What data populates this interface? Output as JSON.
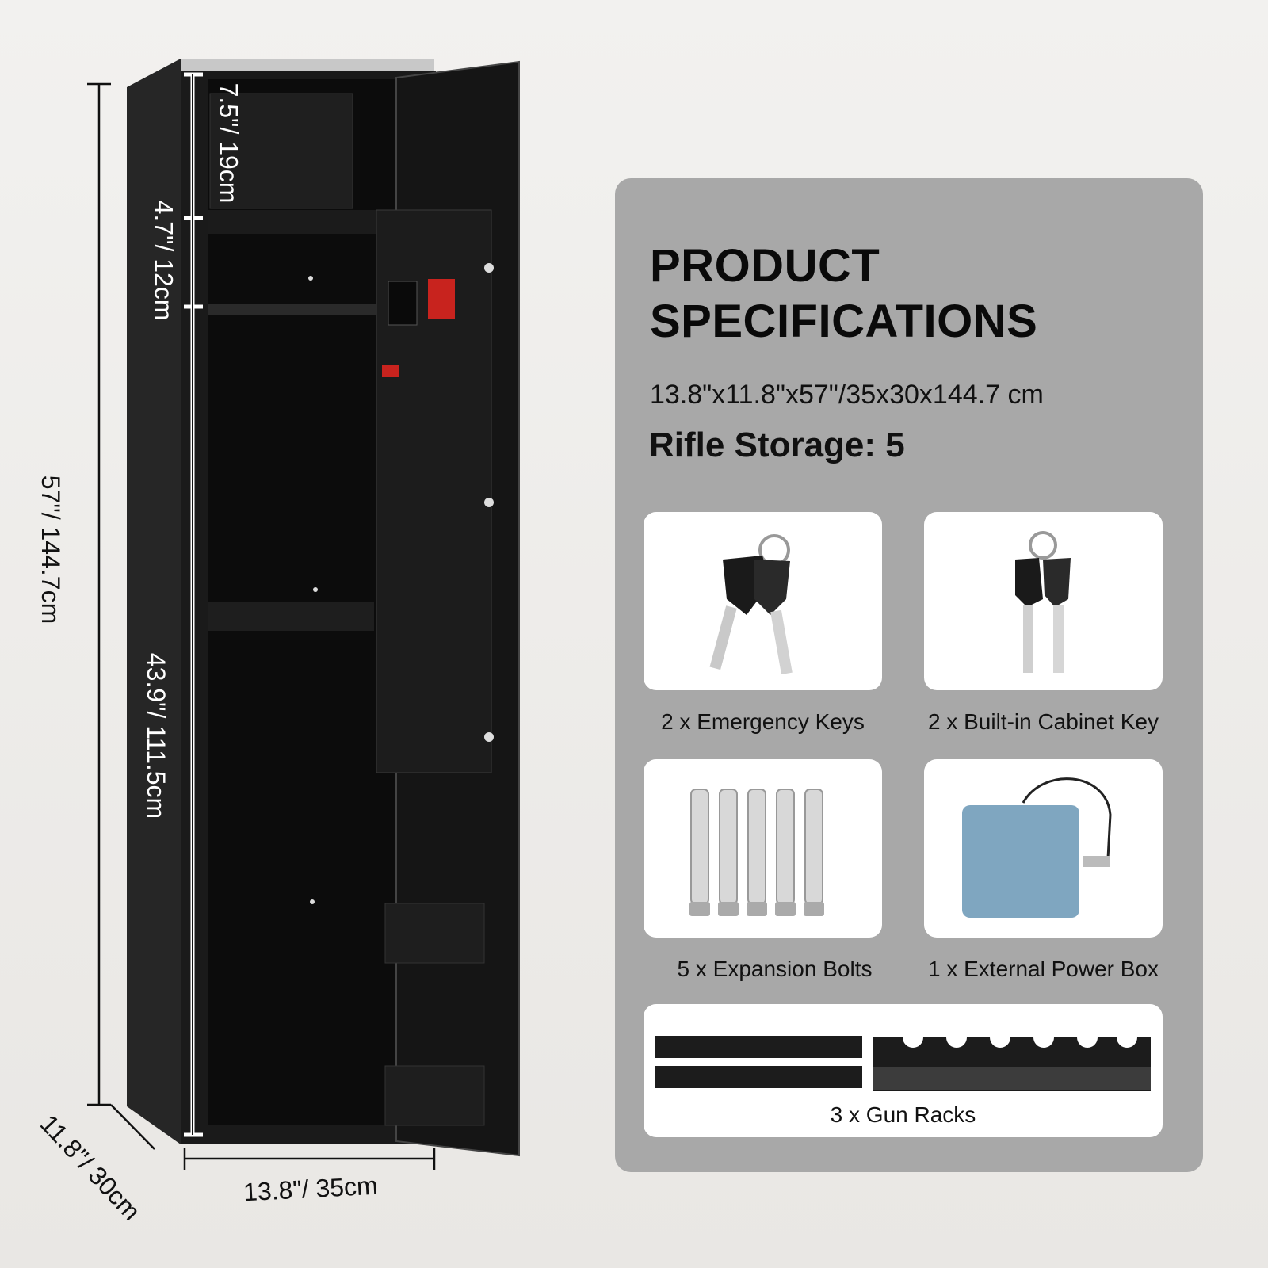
{
  "dimensions": {
    "height_total": "57\"/ 144.7cm",
    "width": "13.8\"/ 35cm",
    "depth": "11.8\"/ 30cm",
    "top_compartment": "7.5\"/ 19cm",
    "shelf_gap": "4.7\"/ 12cm",
    "rifle_compartment": "43.9\"/ 111.5cm"
  },
  "specs": {
    "title_line1": "PRODUCT",
    "title_line2": "SPECIFICATIONS",
    "size": "13.8\"x11.8\"x57\"/35x30x144.7 cm",
    "rifle_storage": "Rifle Storage: 5"
  },
  "accessories": [
    {
      "label": "2 x Emergency Keys",
      "icon": "keys-icon"
    },
    {
      "label": "2 x Built-in Cabinet Key",
      "icon": "keys-icon"
    },
    {
      "label": "5 x Expansion Bolts",
      "icon": "bolts-icon"
    },
    {
      "label": "1 x External Power Box",
      "icon": "battery-box-icon"
    },
    {
      "label": "3 x Gun Racks",
      "icon": "gun-racks-icon"
    }
  ],
  "colors": {
    "panel": "#a8a8a8",
    "cabinet": "#141414",
    "battery_box": "#7fa6c0"
  }
}
